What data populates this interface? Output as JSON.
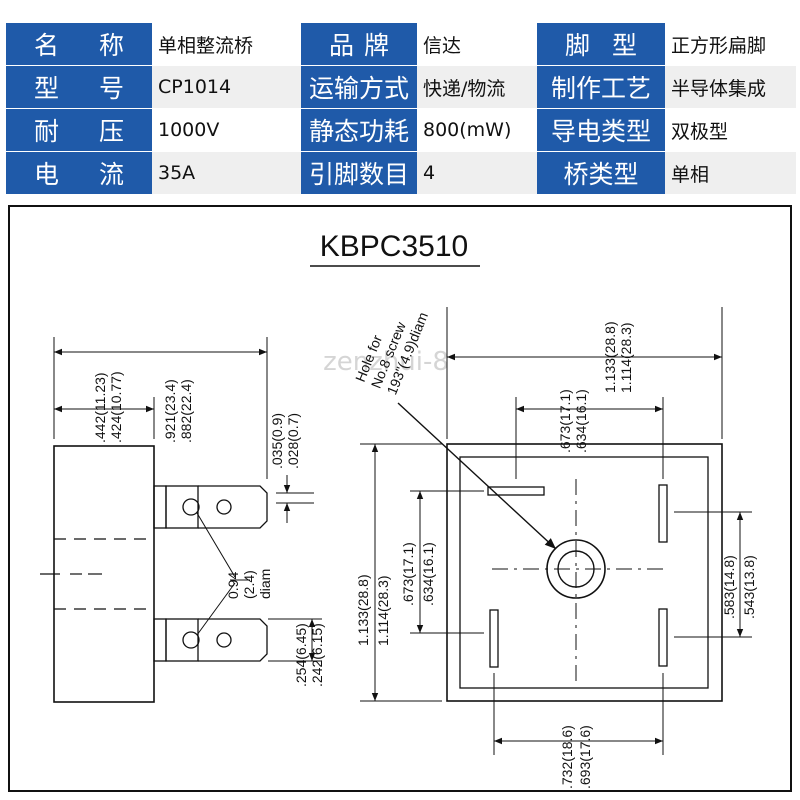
{
  "spec_table": {
    "rows": [
      [
        {
          "key": "名　　称",
          "value": "单相整流桥"
        },
        {
          "key": "品　　牌",
          "value": "信达"
        },
        {
          "key": "脚　　型",
          "value": "正方形扁脚"
        }
      ],
      [
        {
          "key": "型　　号",
          "value": "CP1014"
        },
        {
          "key": "运输方式",
          "value": "快递/物流"
        },
        {
          "key": "制作工艺",
          "value": "半导体集成"
        }
      ],
      [
        {
          "key": "耐　　压",
          "value": "1000V"
        },
        {
          "key": "静态功耗",
          "value": "800(mW)"
        },
        {
          "key": "导电类型",
          "value": "双极型"
        }
      ],
      [
        {
          "key": "电　　流",
          "value": "35A"
        },
        {
          "key": "引脚数目",
          "value": "4"
        },
        {
          "key": "桥类型",
          "value": "单相"
        }
      ]
    ]
  },
  "drawing": {
    "title": "KBPC3510",
    "watermark": "zenzhui-8",
    "side_view": {
      "total_width": ".921(23.4)\n.882(22.4)",
      "body_width": ".442(11.23)\n.424(10.77)",
      "tab_thickness": ".035(0.9)\n.028(0.7)",
      "hole_diam": "0.94\n(2.4)\ndiam",
      "tab_width": ".254(6.45)\n.242(6.15)"
    },
    "top_view": {
      "mount_hole_note": "Hole for\nNo.8 screw\n193\"(4.9)diam",
      "outer_width": "1.133(28.8)\n1.114(28.3)",
      "pin_spacing_top": ".673(17.1)\n.634(16.1)",
      "outer_height": "1.133(28.8)\n1.114(28.3)",
      "pin_spacing_left": ".673(17.1)\n.634(16.1)",
      "pin_spacing_right": ".583(14.8)\n.543(13.8)",
      "pin_spacing_bottom": ".732(18.6)\n.693(17.6)"
    }
  }
}
